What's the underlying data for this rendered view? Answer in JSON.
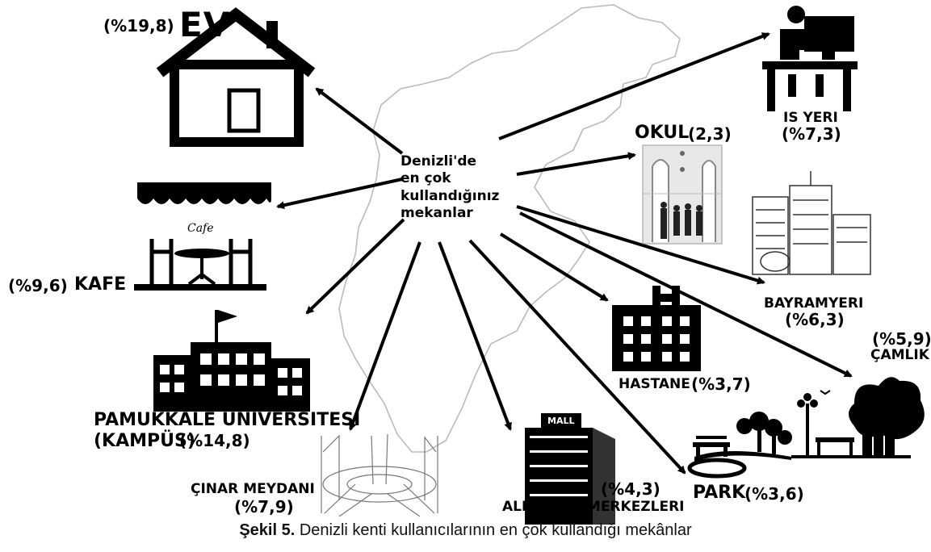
{
  "center_text": [
    "Denizli'de",
    "en çok",
    "kullandığınız",
    "mekanlar"
  ],
  "nodes": {
    "ev": {
      "name": "EV",
      "pct": "(%19,8)"
    },
    "is_yeri": {
      "name": "IS YERI",
      "pct": "(%7,3)"
    },
    "okul": {
      "name": "OKUL",
      "pct": "(2,3)"
    },
    "bayramyeri": {
      "name": "BAYRAMYERI",
      "pct": "(%6,3)"
    },
    "camlik": {
      "name": "ÇAMLIK",
      "pct": "(%5,9)"
    },
    "hastane": {
      "name": "HASTANE",
      "pct": "(%3,7)"
    },
    "park": {
      "name": "PARK",
      "pct": "(%3,6)"
    },
    "alisveris": {
      "name": "ALISVERIS MERKEZLERI",
      "pct": "(%4,3)"
    },
    "cinar": {
      "name": "ÇINAR MEYDANI",
      "pct": "(%7,9)"
    },
    "pamukkale": {
      "line1": "PAMUKKALE ÜNIVERSITESI",
      "line2": "(KAMPÜS)",
      "pct": "(%14,8)"
    },
    "kafe": {
      "name": "KAFE",
      "pct": "(%9,6)"
    }
  },
  "mall_sign": "MALL",
  "cafe_sign": "Cafe",
  "caption": {
    "bold": "Şekil 5.",
    "text": " Denizli kenti kullanıcılarının en çok kullandığı mekânlar"
  }
}
